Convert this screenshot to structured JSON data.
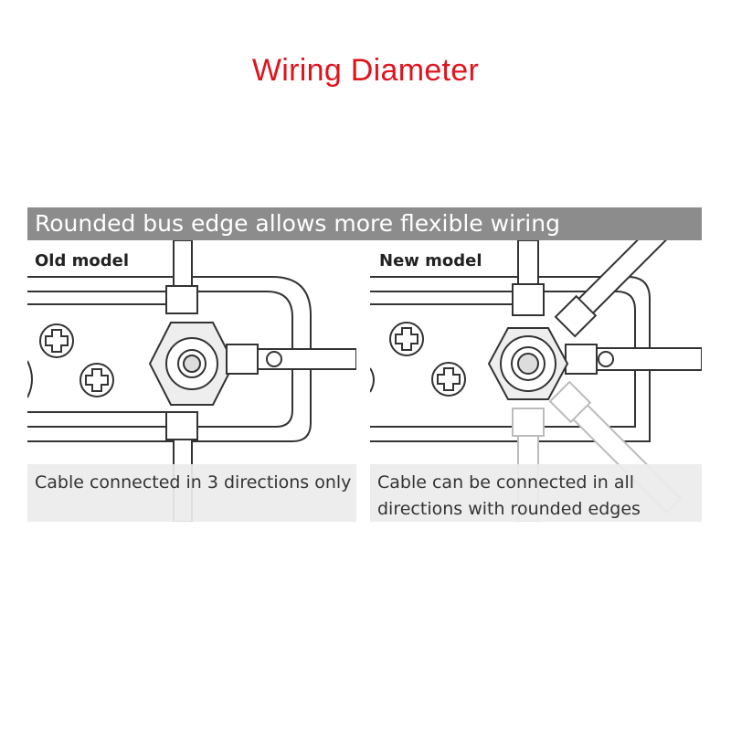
{
  "title": "Wiring Diameter",
  "banner": "Rounded bus edge allows more flexible wiring",
  "old_model": {
    "label": "Old model",
    "caption": "Cable connected in 3 directions only"
  },
  "new_model": {
    "label": "New model",
    "caption": "Cable can be connected in all directions with rounded edges"
  },
  "colors": {
    "title": "#e0141e",
    "banner_bg": "#8c8c8c",
    "caption_bg": "#ececec",
    "line": "#333333"
  }
}
